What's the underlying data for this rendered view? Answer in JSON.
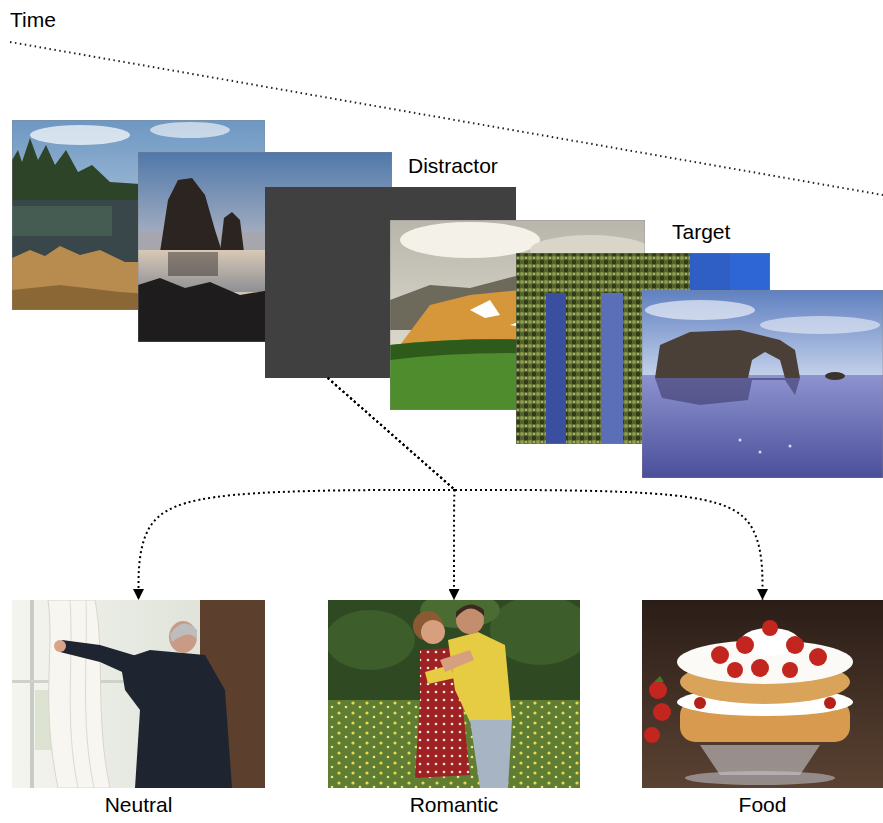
{
  "diagram": {
    "nodes": [
      {
        "text": [
          "Distractor"
        ]
      },
      {
        "text": [
          "Target"
        ]
      },
      {
        "text": [
          "Neutral"
        ]
      },
      {
        "text": [
          "Romantic"
        ]
      },
      {
        "text": [
          "Food"
        ]
      }
    ],
    "edges": [
      {
        "from": 0,
        "to": 2,
        "arrow": "to"
      },
      {
        "from": 0,
        "to": 3,
        "arrow": "to"
      },
      {
        "from": 0,
        "to": 4,
        "arrow": "to"
      }
    ],
    "labels": [
      "Time"
    ]
  }
}
